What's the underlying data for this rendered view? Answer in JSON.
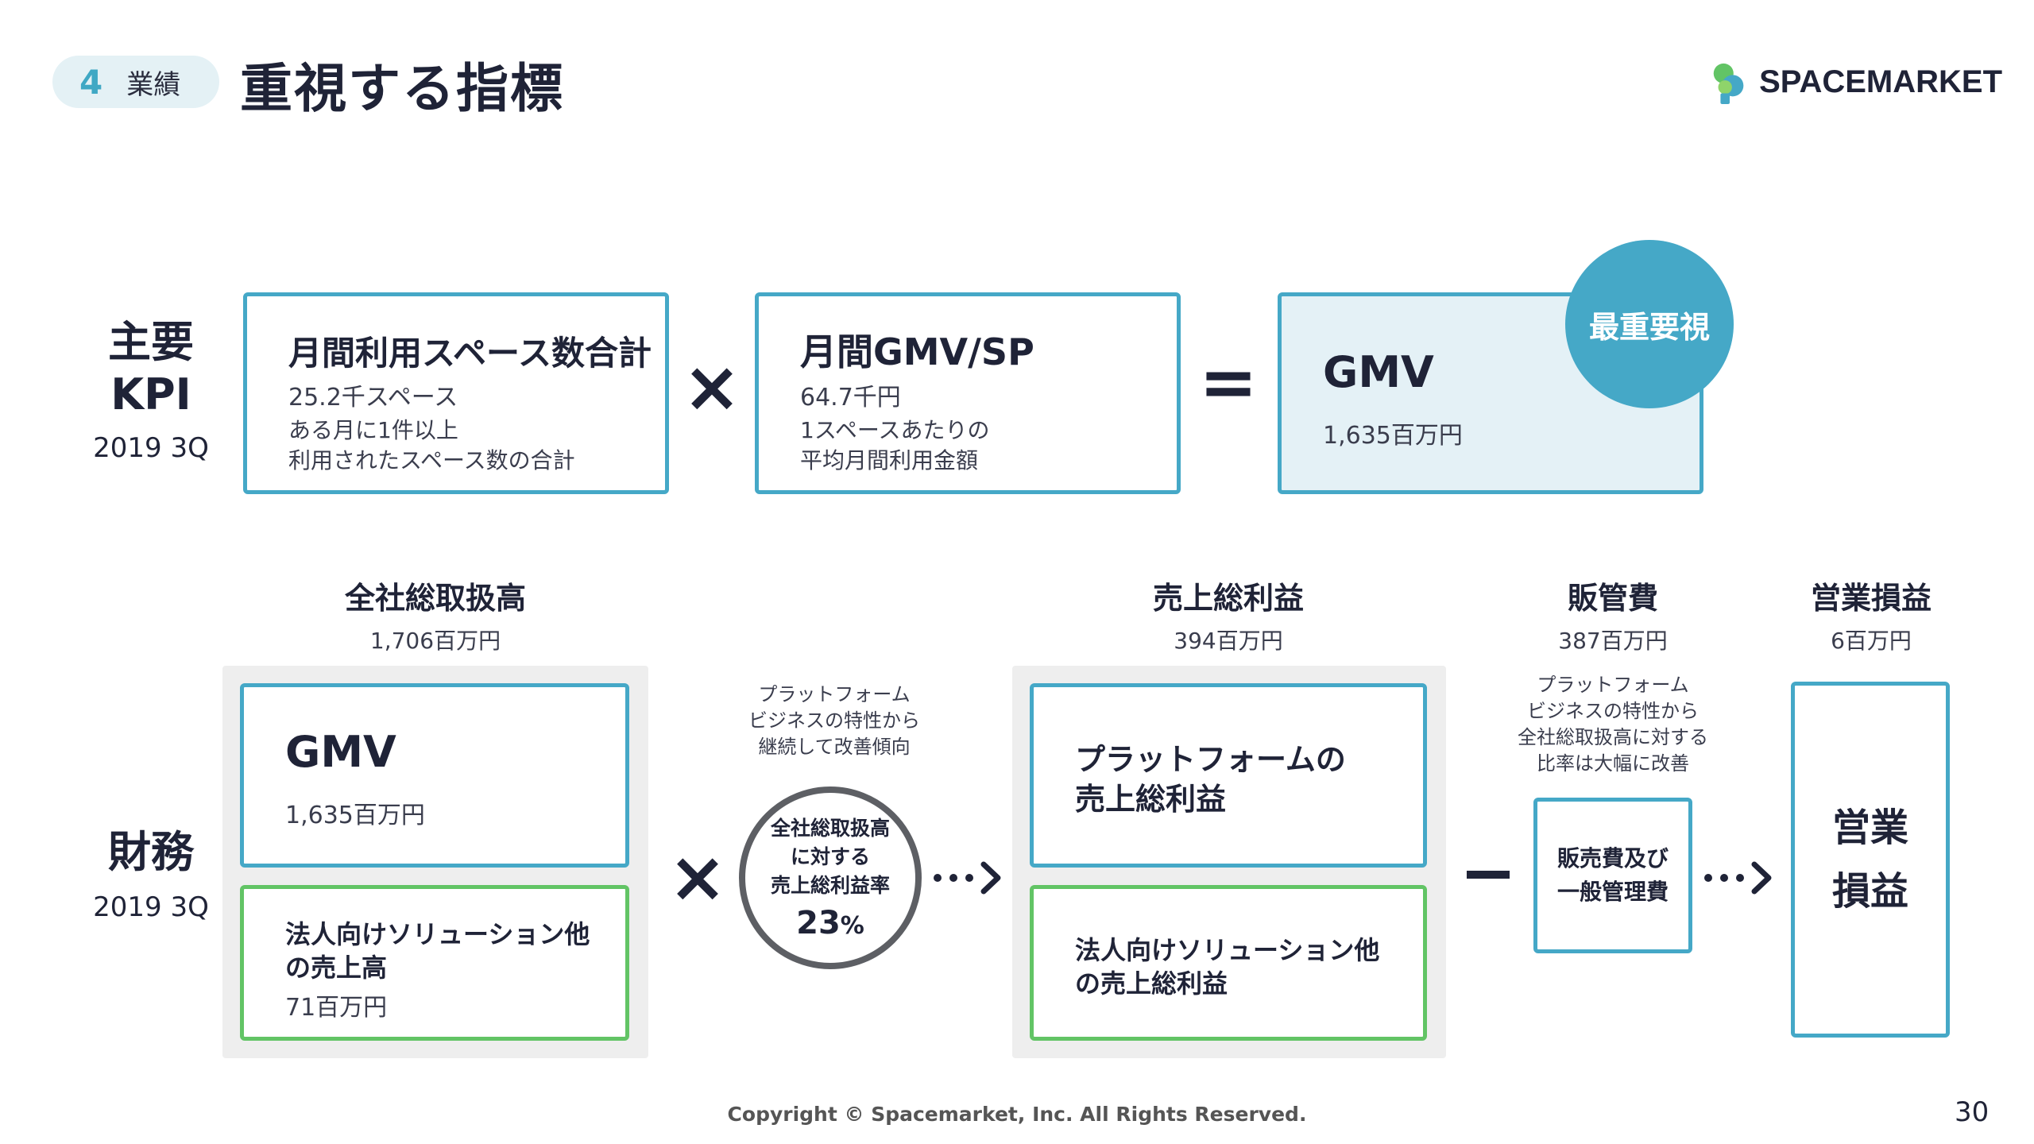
{
  "header": {
    "section_number": "4",
    "section_label": "業績",
    "title": "重視する指標",
    "logo_text": "SPACEMARKET"
  },
  "kpi_row": {
    "label_line1": "主要",
    "label_line2": "KPI",
    "period": "2019 3Q",
    "box1": {
      "title": "月間利用スペース数合計",
      "value": "25.2千スペース",
      "desc_line1": "ある月に1件以上",
      "desc_line2": "利用されたスペース数の合計"
    },
    "operator_multiply": "×",
    "box2": {
      "title": "月間GMV/SP",
      "value": "64.7千円",
      "desc_line1": "1スペースあたりの",
      "desc_line2": "平均月間利用金額"
    },
    "operator_equals": "=",
    "box3": {
      "title": "GMV",
      "value": "1,635百万円",
      "badge": "最重要視"
    }
  },
  "finance_row": {
    "label": "財務",
    "period": "2019 3Q",
    "col1": {
      "heading": "全社総取扱高",
      "value": "1,706百万円",
      "box_gmv": {
        "title": "GMV",
        "value": "1,635百万円"
      },
      "box_corp": {
        "line1": "法人向けソリューション他",
        "line2": "の売上高",
        "value": "71百万円"
      }
    },
    "operator_multiply": "×",
    "note1": {
      "line1": "プラットフォーム",
      "line2": "ビジネスの特性から",
      "line3": "継続して改善傾向"
    },
    "ring": {
      "line1": "全社総取扱高",
      "line2": "に対する",
      "line3": "売上総利益率",
      "value": "23",
      "unit": "%"
    },
    "arrow": "…>",
    "col2": {
      "heading": "売上総利益",
      "value": "394百万円",
      "box_platform": {
        "line1": "プラットフォームの",
        "line2": "売上総利益"
      },
      "box_corp": {
        "line1": "法人向けソリューション他",
        "line2": "の売上総利益"
      }
    },
    "operator_minus": "−",
    "note2": {
      "line1": "プラットフォーム",
      "line2": "ビジネスの特性から",
      "line3": "全社総取扱高に対する",
      "line4": "比率は大幅に改善"
    },
    "col3": {
      "heading": "販管費",
      "value": "387百万円",
      "box": {
        "line1": "販売費及び",
        "line2": "一般管理費"
      }
    },
    "arrow2": "…>",
    "col4": {
      "heading": "営業損益",
      "value": "6百万円",
      "box": {
        "line1": "営業",
        "line2": "損益"
      }
    }
  },
  "footer": {
    "copyright": "Copyright © Spacemarket, Inc. All Rights Reserved.",
    "page_number": "30"
  },
  "colors": {
    "accent_blue": "#45a8c7",
    "accent_green": "#62c465",
    "text_dark": "#1f2337",
    "panel_gray": "#eeeeee",
    "light_blue_fill": "#e4f1f6"
  }
}
